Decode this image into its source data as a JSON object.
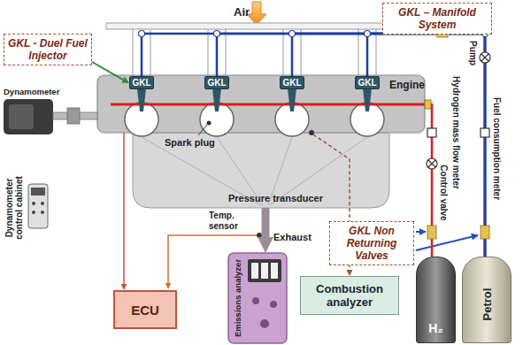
{
  "diagram": {
    "nodes": [
      {
        "text": [
          "GKL - Duel Fuel Injector"
        ]
      },
      {
        "text": [
          "GKL – Manifold System"
        ]
      },
      {
        "text": [
          "Engine"
        ]
      },
      {
        "text": [
          "GKL"
        ],
        "in": 2
      },
      {
        "text": [
          "GKL"
        ],
        "in": 2
      },
      {
        "text": [
          "GKL"
        ],
        "in": 2
      },
      {
        "text": [
          "GKL"
        ],
        "in": 2
      },
      {
        "text": [
          "GKL Non Returning Valves"
        ]
      },
      {
        "text": [
          "H₂"
        ]
      },
      {
        "text": [
          "Petrol"
        ]
      },
      {
        "text": [
          "ECU"
        ]
      },
      {
        "text": [
          "Emissions analyzer"
        ]
      },
      {
        "text": [
          "Combustion analyzer"
        ]
      }
    ],
    "edges": [
      {
        "from": 0,
        "to": 3,
        "arrow": "to"
      },
      {
        "from": 2,
        "to": 10,
        "arrow": "to"
      },
      {
        "from": 2,
        "to": 12,
        "arrow": "to"
      },
      {
        "from": 2,
        "to": 11,
        "arrow": "to"
      },
      {
        "from": 8,
        "to": 2,
        "arrow": "to"
      },
      {
        "from": 9,
        "to": 3,
        "arrow": "none"
      },
      {
        "from": 9,
        "to": 4,
        "arrow": "none"
      },
      {
        "from": 9,
        "to": 5,
        "arrow": "none"
      },
      {
        "from": 9,
        "to": 6,
        "arrow": "none"
      }
    ],
    "labels": [
      "Air",
      "Dynamometer",
      "Spark plug",
      "Pressure transducer",
      "Pump",
      "Hydrogen mass flow meter",
      "Fuel consumption meter",
      "Control valve",
      "Dynamometer control cabinet",
      "Temp. sensor",
      "Exhaust"
    ]
  }
}
